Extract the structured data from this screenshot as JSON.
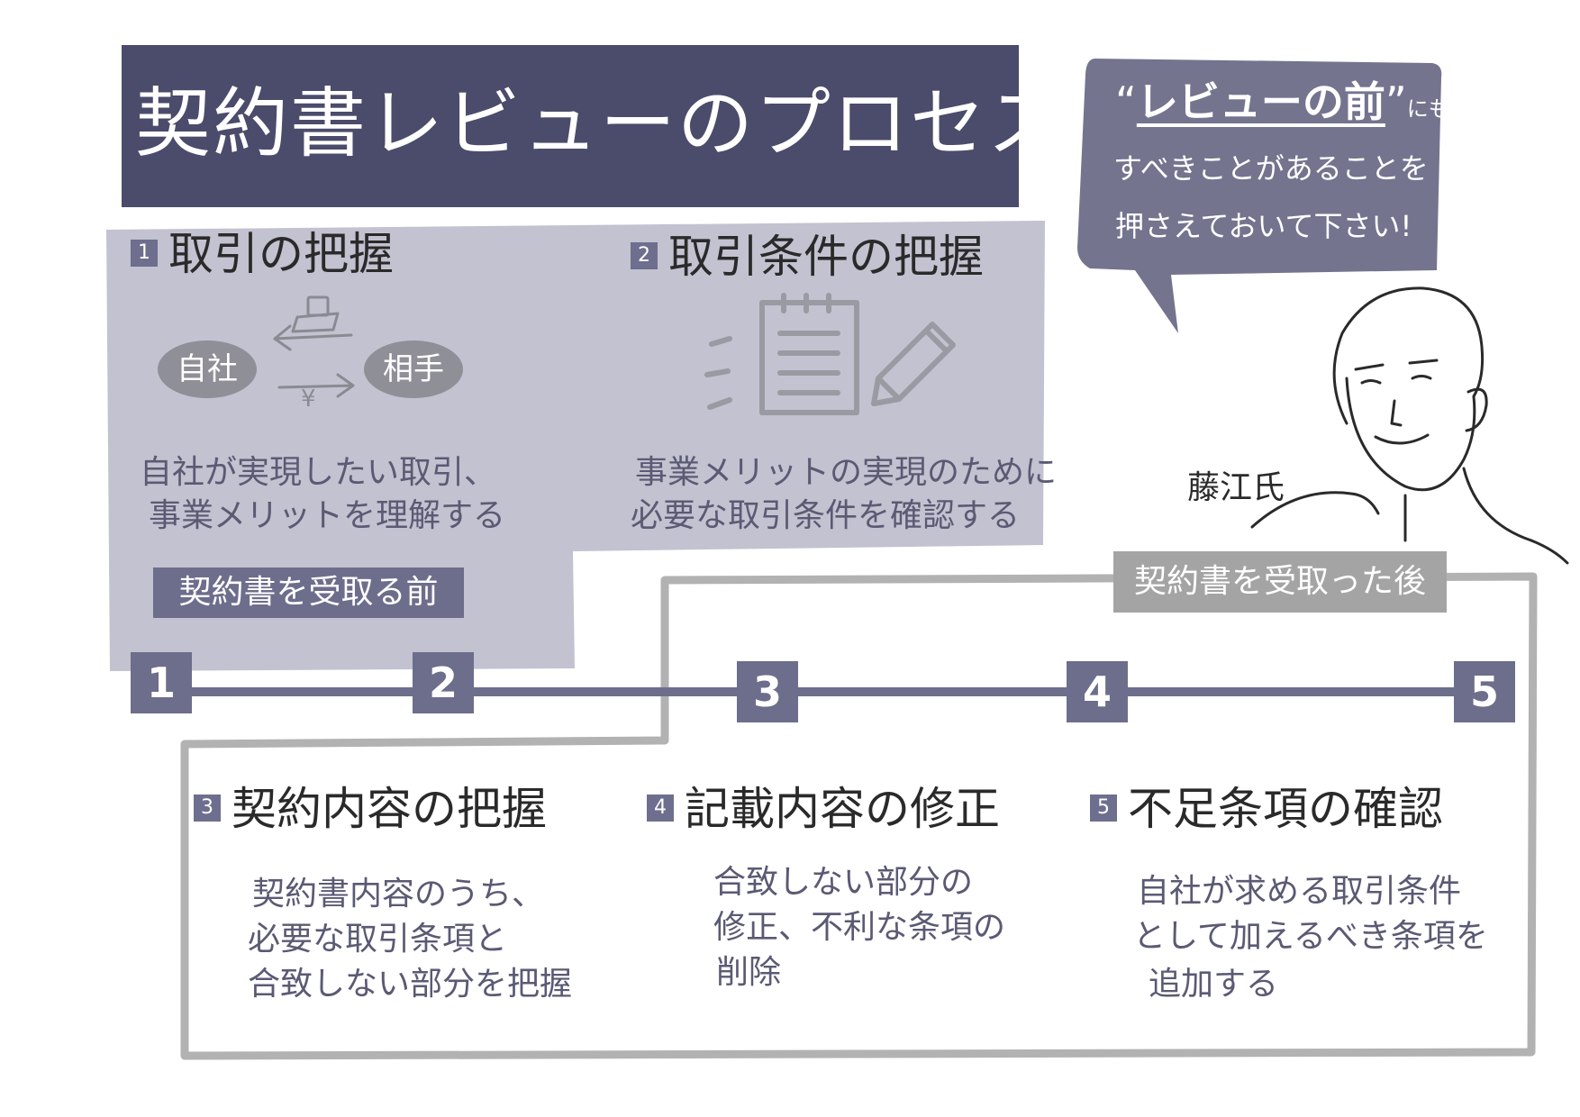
{
  "title": "契約書レビューのプロセス",
  "speech_bubble": {
    "quote_open": "“",
    "emphasis": "レビューの前",
    "quote_close": "”",
    "suffix": "にも",
    "line2": "すべきことがあることを",
    "line3": "押さえておいて下さい!"
  },
  "person": {
    "name": "藤江氏"
  },
  "phases": {
    "before": "契約書を受取る前",
    "after": "契約書を受取った後"
  },
  "steps": [
    {
      "num": "1",
      "title": "取引の把握",
      "desc_line1": "自社が実現したい取引、",
      "desc_line2": "事業メリットを理解する"
    },
    {
      "num": "2",
      "title": "取引条件の把握",
      "desc_line1": "事業メリットの実現のために",
      "desc_line2": "必要な取引条件を確認する"
    },
    {
      "num": "3",
      "title": "契約内容の把握",
      "desc_line1": "契約書内容のうち、",
      "desc_line2": "必要な取引条項と",
      "desc_line3": "合致しない部分を把握"
    },
    {
      "num": "4",
      "title": "記載内容の修正",
      "desc_line1": "合致しない部分の",
      "desc_line2": "修正、不利な条項の",
      "desc_line3": "削除"
    },
    {
      "num": "5",
      "title": "不足条項の確認",
      "desc_line1": "自社が求める取引条件",
      "desc_line2": "として加えるべき条項を",
      "desc_line3": "追加する"
    }
  ],
  "illustration_1": {
    "party_self": "自社",
    "party_other": "相手",
    "currency": "¥"
  },
  "colors": {
    "title_bg": "#4b4b6b",
    "panel_pre": "#c2c2d0",
    "accent": "#6d6d8c",
    "bubble": "#74748f",
    "frame_post": "#b2b2b2"
  }
}
